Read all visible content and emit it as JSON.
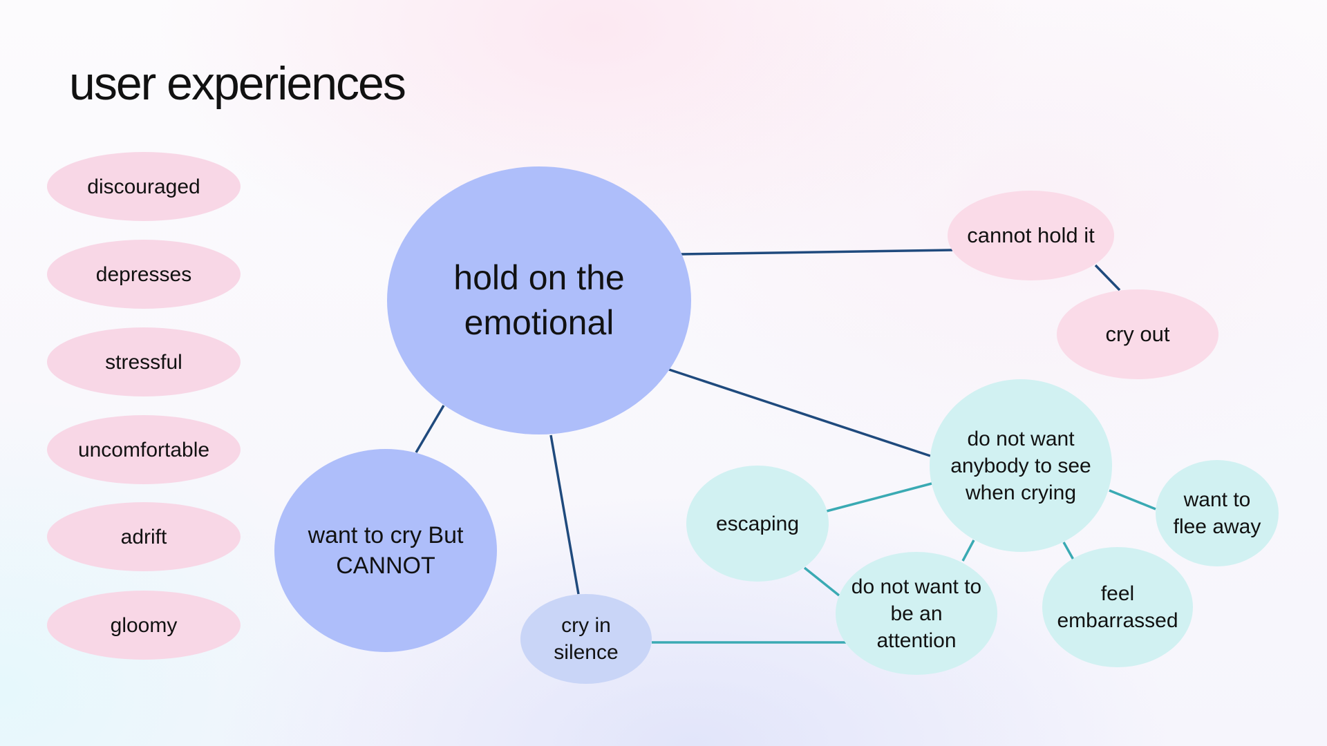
{
  "title": "user experiences",
  "feelings": [
    "discouraged",
    "depresses",
    "stressful",
    "uncomfortable",
    "adrift",
    "gloomy"
  ],
  "nodes": {
    "hold": "hold on the emotional",
    "want_cry": "want to cry But CANNOT",
    "cry_silence": "cry in silence",
    "cannot_hold": "cannot hold it",
    "cry_out": "cry out",
    "not_want_see": "do not want anybody to see when crying",
    "escaping": "escaping",
    "not_attention": "do not want to be an attention",
    "embarrassed": "feel embarrassed",
    "flee": "want to flee away"
  },
  "colors": {
    "feeling_bubble": "#f8d7e6",
    "main_bubble": "#aebefa",
    "secondary_bubble": "#c9d5f7",
    "teal_bubble": "#d1f1f2",
    "dark_link": "#1f4a7d",
    "teal_link": "#3aaab3"
  }
}
